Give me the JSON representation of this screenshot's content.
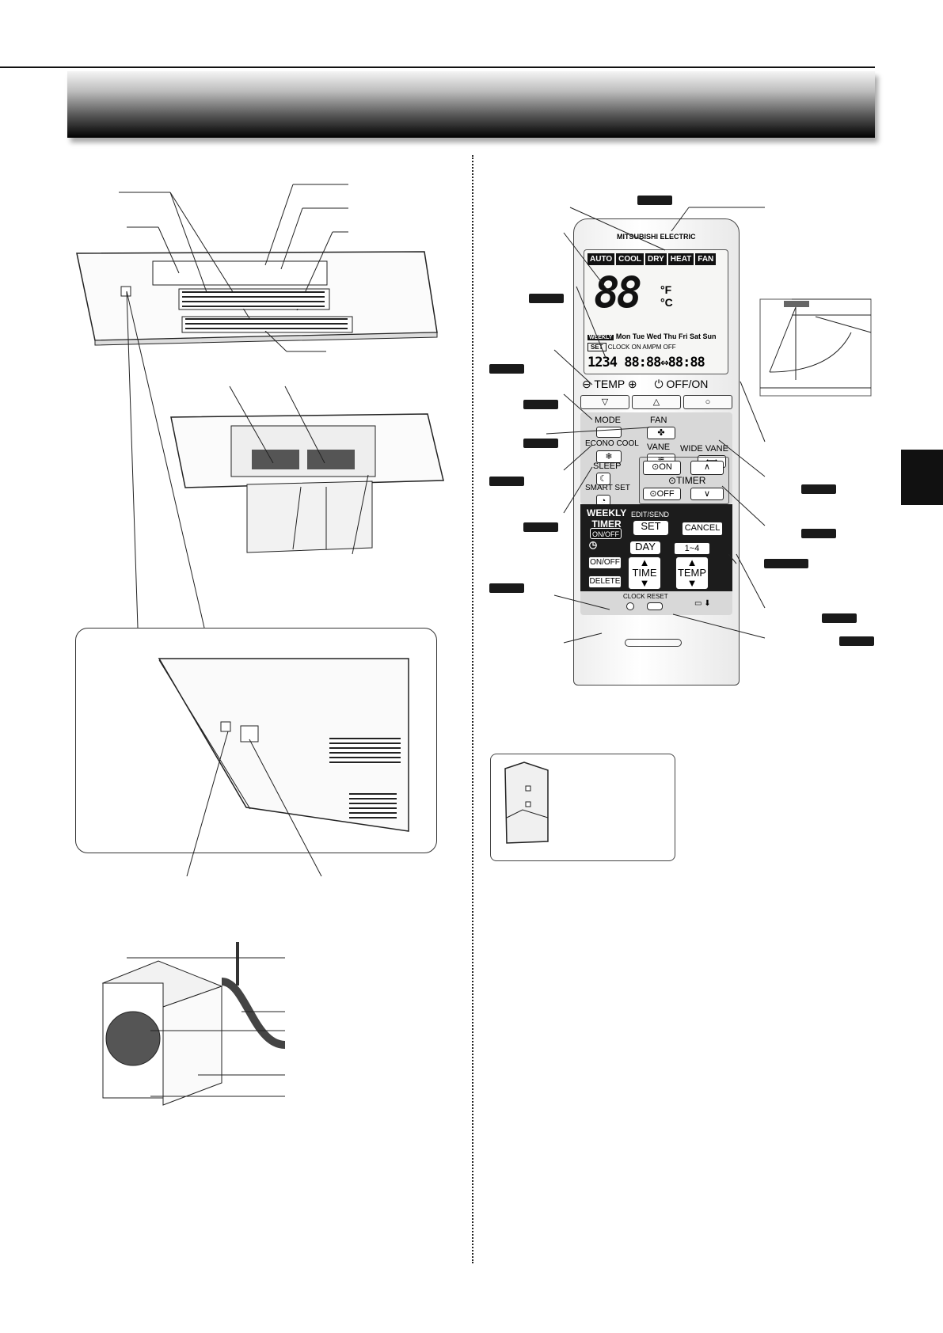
{
  "remote": {
    "brand": "MITSUBISHI ELECTRIC",
    "lcd": {
      "modes": [
        "AUTO",
        "COOL",
        "DRY",
        "HEAT",
        "FAN"
      ],
      "digits": "88",
      "unit_f": "°F",
      "unit_c": "°C",
      "weekly": "WEEKLY",
      "days": "Mon Tue Wed Thu Fri Sat Sun",
      "set": "SET",
      "program_nums": "1234",
      "clock": "CLOCK",
      "on": "ON",
      "off": "OFF",
      "ampm": "AMPM",
      "time_display": "88:88⇔88:88"
    },
    "buttons": {
      "temp": "TEMP",
      "off_on": "OFF/ON",
      "mode": "MODE",
      "fan": "FAN",
      "econo_cool": "ECONO COOL",
      "vane": "VANE",
      "wide_vane": "WIDE VANE",
      "sleep": "SLEEP",
      "smart_set": "SMART SET",
      "timer_on": "ON",
      "timer": "TIMER",
      "timer_off": "OFF",
      "weekly_timer": "WEEKLY TIMER",
      "on_off_small": "ON/OFF",
      "edit_send": "EDIT/SEND",
      "set": "SET",
      "cancel": "CANCEL",
      "day": "DAY",
      "one_to_four": "1~4",
      "on_off": "ON/OFF",
      "delete": "DELETE",
      "time": "TIME",
      "temp_key": "TEMP",
      "clock": "CLOCK",
      "reset": "RESET"
    }
  }
}
